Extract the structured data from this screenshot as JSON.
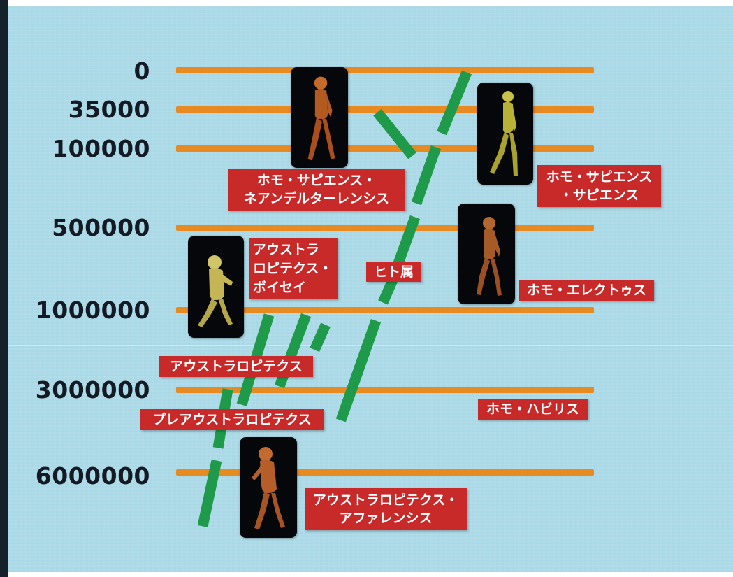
{
  "years": [
    "0",
    "35000",
    "100000",
    "500000",
    "1000000",
    "3000000",
    "6000000"
  ],
  "labels": {
    "sapiens_neanderthalensis": [
      "ホモ・サピエンス・",
      "ネアンデルターレンシス"
    ],
    "sapiens_sapiens": [
      "ホモ・サピエンス",
      "・サピエンス"
    ],
    "boisei": [
      "アウストラ",
      "ロピテクス・",
      "ボイセイ"
    ],
    "homo_genus": "ヒト属",
    "erectus": "ホモ・エレクトゥス",
    "australopithecus": "アウストラロピテクス",
    "pre_australopithecus": "プレアウストラロピテクス",
    "habilis": "ホモ・ハビリス",
    "afarensis": [
      "アウストラロピテクス・",
      "アファレンシス"
    ]
  },
  "colors": {
    "background": "#a9d8e6",
    "time_line": "#e88a22",
    "lineage": "#1f9a4a",
    "label_box": "#c82a2a",
    "figure_card": "#05070b",
    "year_text": "#131a24"
  }
}
